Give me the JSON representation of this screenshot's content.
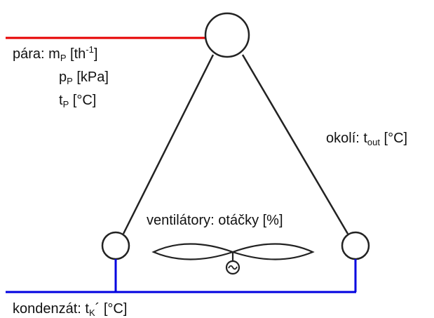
{
  "labels": {
    "steam_prefix": "pára: ",
    "steam_m_var": "m",
    "steam_m_sub": "P",
    "steam_m_unit_open": " [th",
    "steam_m_unit_sup": "-1",
    "steam_m_unit_close": "]",
    "steam_p_var": "p",
    "steam_p_sub": "P",
    "steam_p_unit": " [kPa]",
    "steam_t_var": "t",
    "steam_t_sub": "P",
    "steam_t_unit": " [°C]",
    "ambient_prefix": "okolí: t",
    "ambient_sub": "out",
    "ambient_unit": " [°C]",
    "fans": "ventilátory: otáčky [%]",
    "condensate_prefix": "kondenzát: t",
    "condensate_sub": "K",
    "condensate_suffix": "´ [°C]"
  },
  "icons": {
    "motor": "ac-motor-icon",
    "fan": "fan-blade-icon"
  },
  "colors": {
    "steam_line": "#e60000",
    "condensate_line": "#0000e0",
    "structure": "#222222"
  }
}
